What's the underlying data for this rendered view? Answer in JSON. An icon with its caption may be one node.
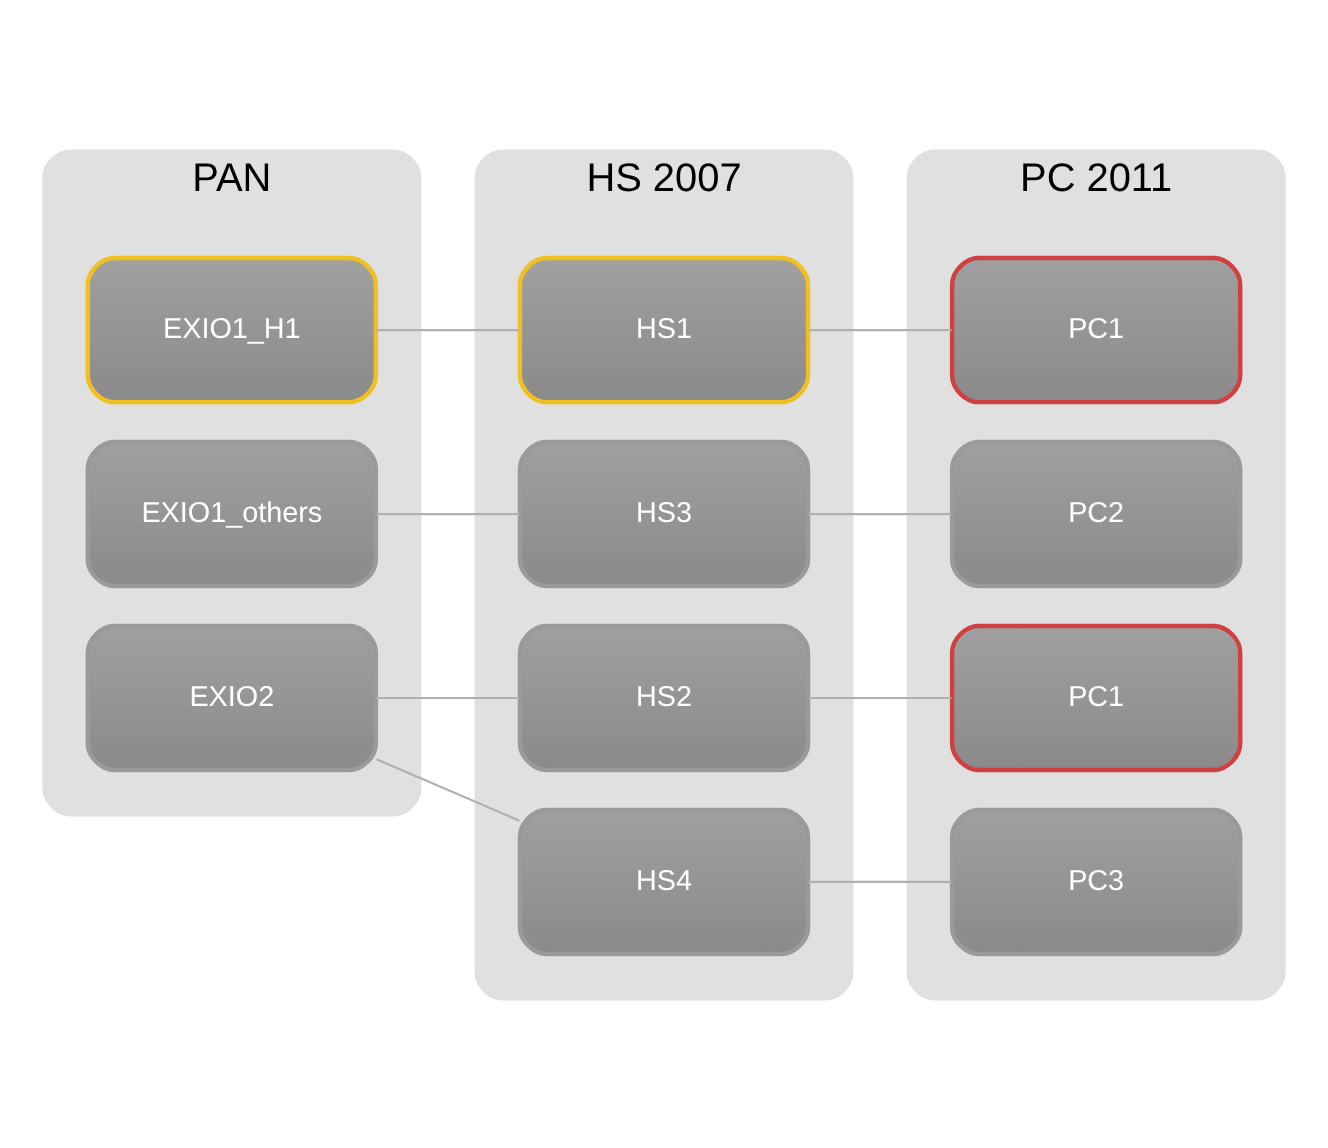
{
  "diagram": {
    "nodes": [
      {
        "text": [
          "PAN"
        ]
      },
      {
        "text": [
          "EXIO1_H1"
        ],
        "in": 0
      },
      {
        "text": [
          "EXIO1_others"
        ],
        "in": 0
      },
      {
        "text": [
          "EXIO2"
        ],
        "in": 0
      },
      {
        "text": [
          "HS 2007"
        ]
      },
      {
        "text": [
          "HS1"
        ],
        "in": 4
      },
      {
        "text": [
          "HS3"
        ],
        "in": 4
      },
      {
        "text": [
          "HS2"
        ],
        "in": 4
      },
      {
        "text": [
          "HS4"
        ],
        "in": 4
      },
      {
        "text": [
          "PC 2011"
        ]
      },
      {
        "text": [
          "PC1"
        ],
        "in": 9
      },
      {
        "text": [
          "PC2"
        ],
        "in": 9
      },
      {
        "text": [
          "PC1"
        ],
        "in": 9
      },
      {
        "text": [
          "PC3"
        ],
        "in": 9
      }
    ],
    "edges": [
      {
        "from": 1,
        "to": 5,
        "arrow": "none"
      },
      {
        "from": 2,
        "to": 6,
        "arrow": "none"
      },
      {
        "from": 3,
        "to": 7,
        "arrow": "none"
      },
      {
        "from": 3,
        "to": 8,
        "arrow": "none"
      },
      {
        "from": 5,
        "to": 10,
        "arrow": "none"
      },
      {
        "from": 6,
        "to": 11,
        "arrow": "none"
      },
      {
        "from": 7,
        "to": 12,
        "arrow": "none"
      },
      {
        "from": 8,
        "to": 13,
        "arrow": "none"
      }
    ]
  }
}
